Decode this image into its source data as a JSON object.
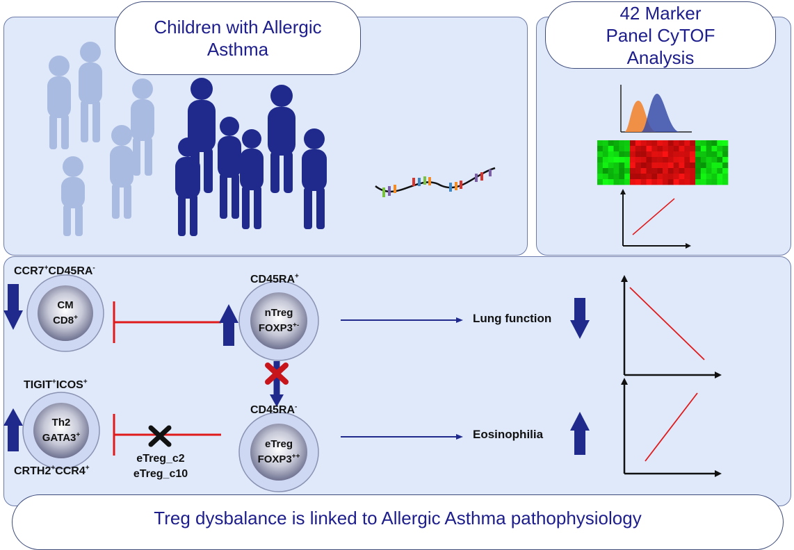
{
  "top_left_title": "Children with Allergic Asthma",
  "top_right_title": "42 Marker Panel CyTOF Analysis",
  "bottom_banner": "Treg dysbalance is linked to  Allergic Asthma pathophysiology",
  "cells": {
    "cm": {
      "line1": "CM",
      "line2": "CD8",
      "line2_sup": "+",
      "top_label": "CCR7",
      "top_sup1": "+",
      "top_label2": "CD45RA",
      "top_sup2": "-"
    },
    "th2": {
      "line1": "Th2",
      "line2": "GATA3",
      "line2_sup": "+",
      "top_label": "TIGIT",
      "top_sup1": "+",
      "top_label2": "ICOS",
      "top_sup2": "+",
      "bottom_label": "CRTH2",
      "bottom_sup1": "+",
      "bottom_label2": "CCR4",
      "bottom_sup2": "+"
    },
    "ntreg": {
      "line1": "nTreg",
      "line2": "FOXP3",
      "line2_sup": "+-",
      "top_label": "CD45RA",
      "top_sup": "+"
    },
    "etreg": {
      "line1": "eTreg",
      "line2": "FOXP3",
      "line2_sup": "++",
      "top_label": "CD45RA",
      "top_sup": "-"
    }
  },
  "clusters": [
    "eTreg_c2",
    "eTreg_c10"
  ],
  "outcomes": {
    "lung": "Lung function",
    "eos": "Eosinophilia"
  },
  "colors": {
    "panel_bg": "#dfe9fa",
    "navy": "#1f2a8c",
    "red_inhibit": "#e01a1a",
    "title_blue": "#1d1d8c"
  }
}
